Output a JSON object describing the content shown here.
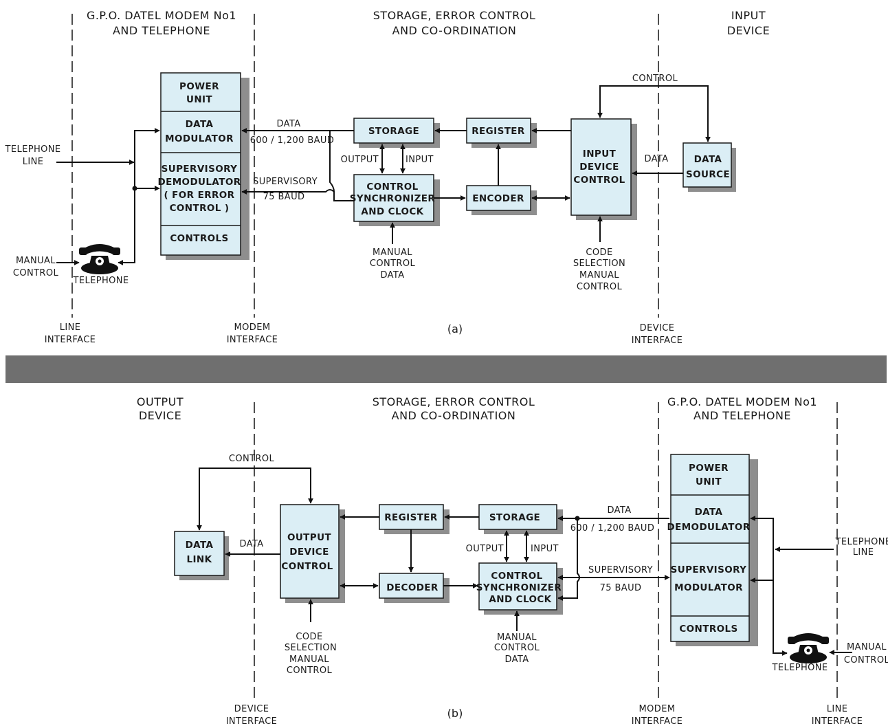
{
  "colors": {
    "box_fill": "#dbeef5",
    "box_stroke": "#1a1a1a",
    "shadow": "#8e8e8e",
    "separator": "#6f6f6f",
    "line": "#111111"
  },
  "diagram_a": {
    "headers": {
      "modem_line1": "G.P.O. DATEL MODEM No1",
      "modem_line2": "AND TELEPHONE",
      "storage_line1": "STORAGE, ERROR CONTROL",
      "storage_line2": "AND CO-ORDINATION",
      "input_line1": "INPUT",
      "input_line2": "DEVICE"
    },
    "modem_sections": {
      "power_1": "POWER",
      "power_2": "UNIT",
      "data_1": "DATA",
      "data_2": "MODULATOR",
      "sup_1": "SUPERVISORY",
      "sup_2": "DEMODULATOR",
      "sup_3": "( FOR ERROR",
      "sup_4": "CONTROL )",
      "controls": "CONTROLS"
    },
    "boxes": {
      "storage": "STORAGE",
      "register": "REGISTER",
      "control_1": "CONTROL",
      "control_2": "SYNCHRONIZER",
      "control_3": "AND CLOCK",
      "encoder": "ENCODER",
      "idc_1": "INPUT",
      "idc_2": "DEVICE",
      "idc_3": "CONTROL",
      "source_1": "DATA",
      "source_2": "SOURCE"
    },
    "labels": {
      "telephone_line_1": "TELEPHONE",
      "telephone_line_2": "LINE",
      "manual_control_1": "MANUAL",
      "manual_control_2": "CONTROL",
      "telephone": "TELEPHONE",
      "data": "DATA",
      "data_rate": "600 / 1,200 BAUD",
      "supervisory": "SUPERVISORY",
      "sup_rate": "75 BAUD",
      "output": "OUTPUT",
      "input": "INPUT",
      "manual_data_1": "MANUAL",
      "manual_data_2": "CONTROL",
      "manual_data_3": "DATA",
      "code_1": "CODE",
      "code_2": "SELECTION",
      "code_3": "MANUAL",
      "code_4": "CONTROL",
      "control": "CONTROL",
      "data_in": "DATA"
    },
    "interfaces": {
      "line_1": "LINE",
      "line_2": "INTERFACE",
      "modem_1": "MODEM",
      "modem_2": "INTERFACE",
      "device_1": "DEVICE",
      "device_2": "INTERFACE"
    },
    "caption": "(a)"
  },
  "diagram_b": {
    "headers": {
      "output_line1": "OUTPUT",
      "output_line2": "DEVICE",
      "storage_line1": "STORAGE, ERROR CONTROL",
      "storage_line2": "AND CO-ORDINATION",
      "modem_line1": "G.P.O. DATEL MODEM No1",
      "modem_line2": "AND TELEPHONE"
    },
    "modem_sections": {
      "power_1": "POWER",
      "power_2": "UNIT",
      "data_1": "DATA",
      "data_2": "DEMODULATOR",
      "sup_1": "SUPERVISORY",
      "sup_2": "MODULATOR",
      "controls": "CONTROLS"
    },
    "boxes": {
      "datalink_1": "DATA",
      "datalink_2": "LINK",
      "odc_1": "OUTPUT",
      "odc_2": "DEVICE",
      "odc_3": "CONTROL",
      "register": "REGISTER",
      "storage": "STORAGE",
      "decoder": "DECODER",
      "control_1": "CONTROL",
      "control_2": "SYNCHRONIZER",
      "control_3": "AND CLOCK"
    },
    "labels": {
      "control": "CONTROL",
      "data_out": "DATA",
      "output": "OUTPUT",
      "input": "INPUT",
      "data": "DATA",
      "data_rate": "600 / 1,200 BAUD",
      "supervisory": "SUPERVISORY",
      "sup_rate": "75 BAUD",
      "code_1": "CODE",
      "code_2": "SELECTION",
      "code_3": "MANUAL",
      "code_4": "CONTROL",
      "manual_data_1": "MANUAL",
      "manual_data_2": "CONTROL",
      "manual_data_3": "DATA",
      "telephone_line_1": "TELEPHONE",
      "telephone_line_2": "LINE",
      "manual_control_1": "MANUAL",
      "manual_control_2": "CONTROL",
      "telephone": "TELEPHONE"
    },
    "interfaces": {
      "device_1": "DEVICE",
      "device_2": "INTERFACE",
      "modem_1": "MODEM",
      "modem_2": "INTERFACE",
      "line_1": "LINE",
      "line_2": "INTERFACE"
    },
    "caption": "(b)"
  }
}
